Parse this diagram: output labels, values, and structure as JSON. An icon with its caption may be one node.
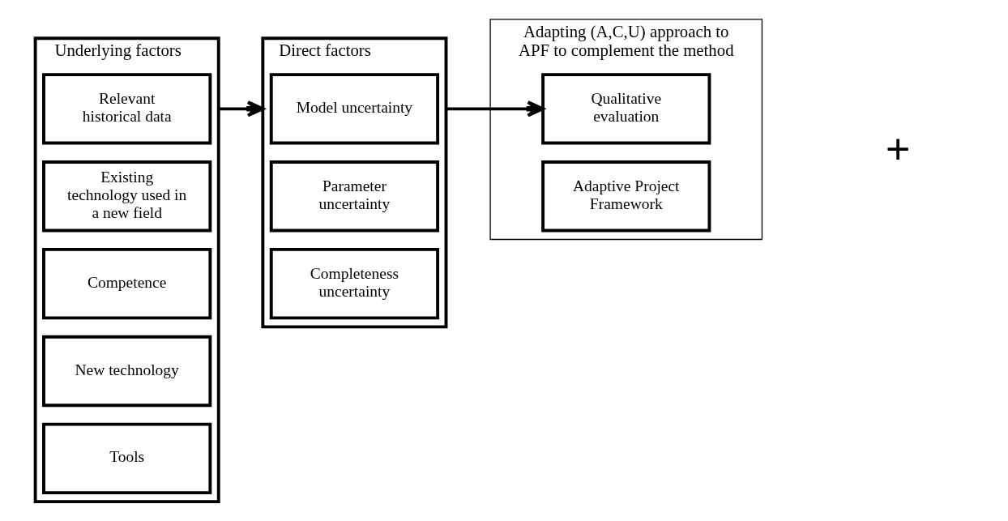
{
  "diagram": {
    "nodes": [
      {
        "text": [
          "Underlying factors"
        ]
      },
      {
        "text": [
          "Relevant historical data"
        ],
        "in": 0
      },
      {
        "text": [
          "Existing technology used in a new field"
        ],
        "in": 0
      },
      {
        "text": [
          "Competence"
        ],
        "in": 0
      },
      {
        "text": [
          "New technology"
        ],
        "in": 0
      },
      {
        "text": [
          "Tools"
        ],
        "in": 0
      },
      {
        "text": [
          "Direct factors"
        ]
      },
      {
        "text": [
          "Model uncertainty"
        ],
        "in": 6
      },
      {
        "text": [
          "Parameter uncertainty"
        ],
        "in": 6
      },
      {
        "text": [
          "Completeness uncertainty"
        ],
        "in": 6
      },
      {
        "text": [
          "Adapting (A,C,U) approach to APF to complement the method"
        ]
      },
      {
        "text": [
          "Qualitative evaluation"
        ],
        "in": 10
      },
      {
        "text": [
          "Adaptive Project Framework"
        ],
        "in": 10
      }
    ],
    "edges": [
      {
        "from": 0,
        "to": 6,
        "arrow": "to"
      },
      {
        "from": 6,
        "to": 11,
        "arrow": "to"
      }
    ],
    "labels": [
      "+"
    ]
  }
}
